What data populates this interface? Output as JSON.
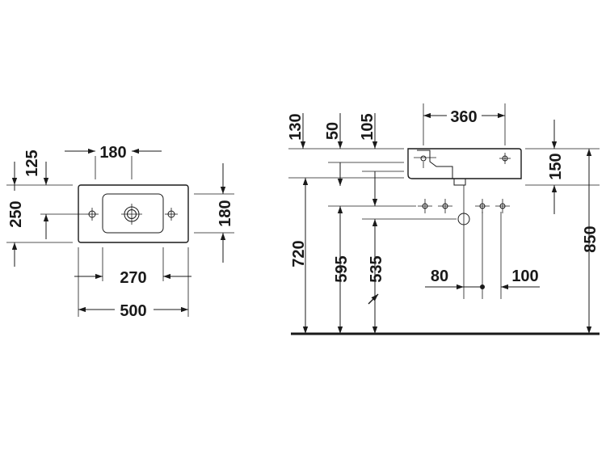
{
  "top_view": {
    "dims": {
      "d125": "125",
      "d180_top": "180",
      "d250": "250",
      "d180_right": "180",
      "d270": "270",
      "d500": "500"
    }
  },
  "side_view": {
    "dims": {
      "d130": "130",
      "d50": "50",
      "d105": "105",
      "d360": "360",
      "d150": "150",
      "d720": "720",
      "d595": "595",
      "d535": "535",
      "d80": "80",
      "d100": "100",
      "d850": "850"
    }
  }
}
